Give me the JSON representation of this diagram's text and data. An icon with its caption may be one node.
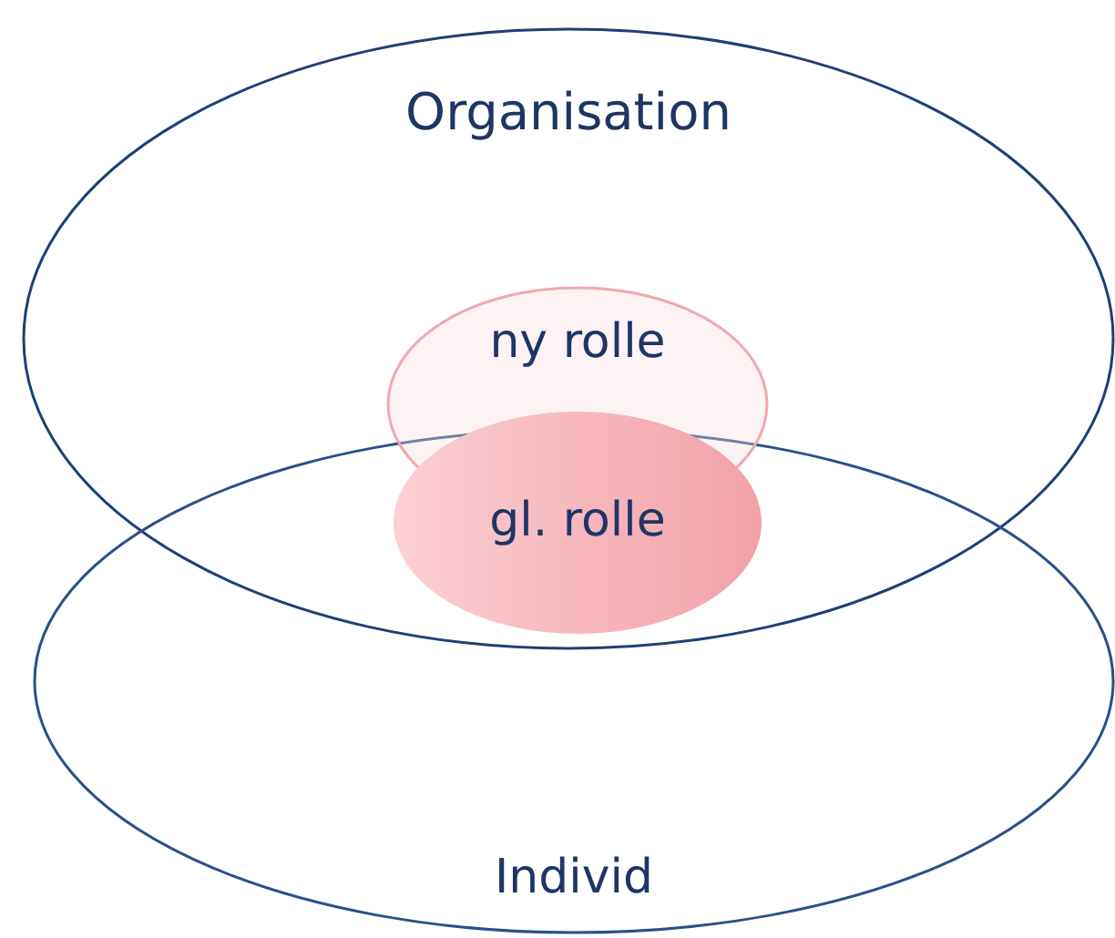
{
  "diagram": {
    "nodes": [
      {
        "text": [
          "Organisation"
        ]
      },
      {
        "text": [
          "Individ"
        ]
      },
      {
        "text": [
          "ny rolle"
        ],
        "in": 0
      },
      {
        "text": [
          "gl. rolle"
        ],
        "in": 0
      }
    ]
  }
}
